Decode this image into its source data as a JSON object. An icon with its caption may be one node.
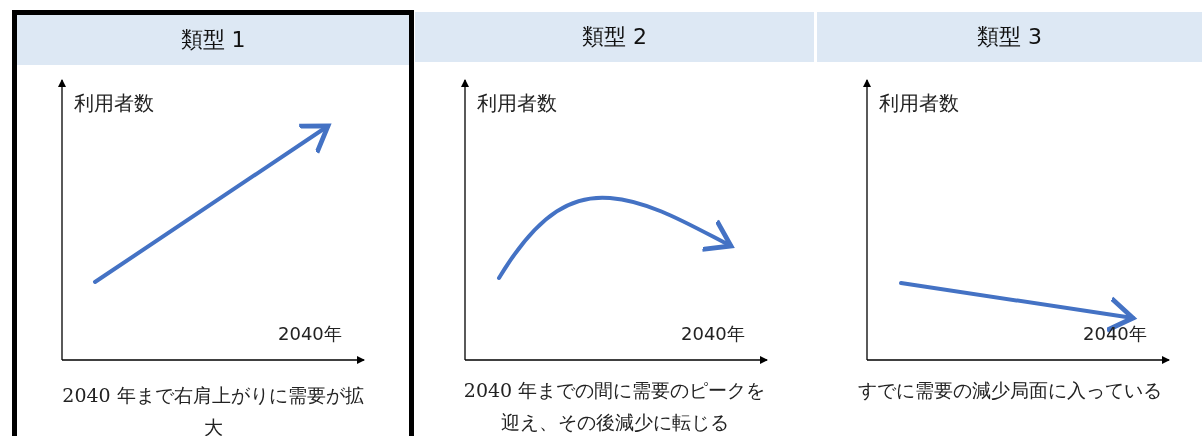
{
  "diagram": {
    "nodes": [
      {
        "text": [
          "類型 1",
          "2040 年まで右肩上がりに需要が拡大"
        ]
      },
      {
        "text": [
          "類型 2",
          "2040 年までの間に需要のピークを迎え、その後減少に転じる"
        ]
      },
      {
        "text": [
          "類型 3",
          "すでに需要の減少局面に入っている"
        ]
      }
    ],
    "labels": [
      "利用者数",
      "2040年",
      "利用者数",
      "2040年",
      "利用者数",
      "2040年"
    ]
  }
}
